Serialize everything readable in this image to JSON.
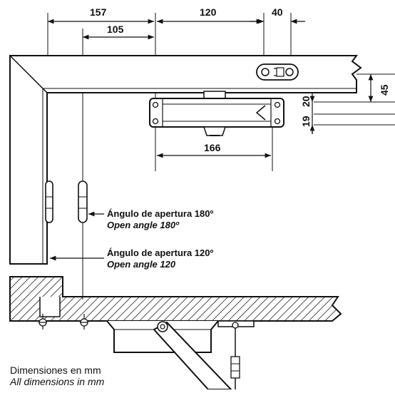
{
  "dimensions": {
    "d157": "157",
    "d105": "105",
    "d120": "120",
    "d40": "40",
    "d45": "45",
    "d20": "20",
    "d19": "19",
    "d166": "166"
  },
  "labels": {
    "angle180_es": "Ángulo de apertura 180º",
    "angle180_en": "Open angle 180º",
    "angle120_es": "Ángulo de apertura 120º",
    "angle120_en": "Open angle 120"
  },
  "footer": {
    "units_es": "Dimensiones en mm",
    "units_en": "All dimensions in mm"
  }
}
